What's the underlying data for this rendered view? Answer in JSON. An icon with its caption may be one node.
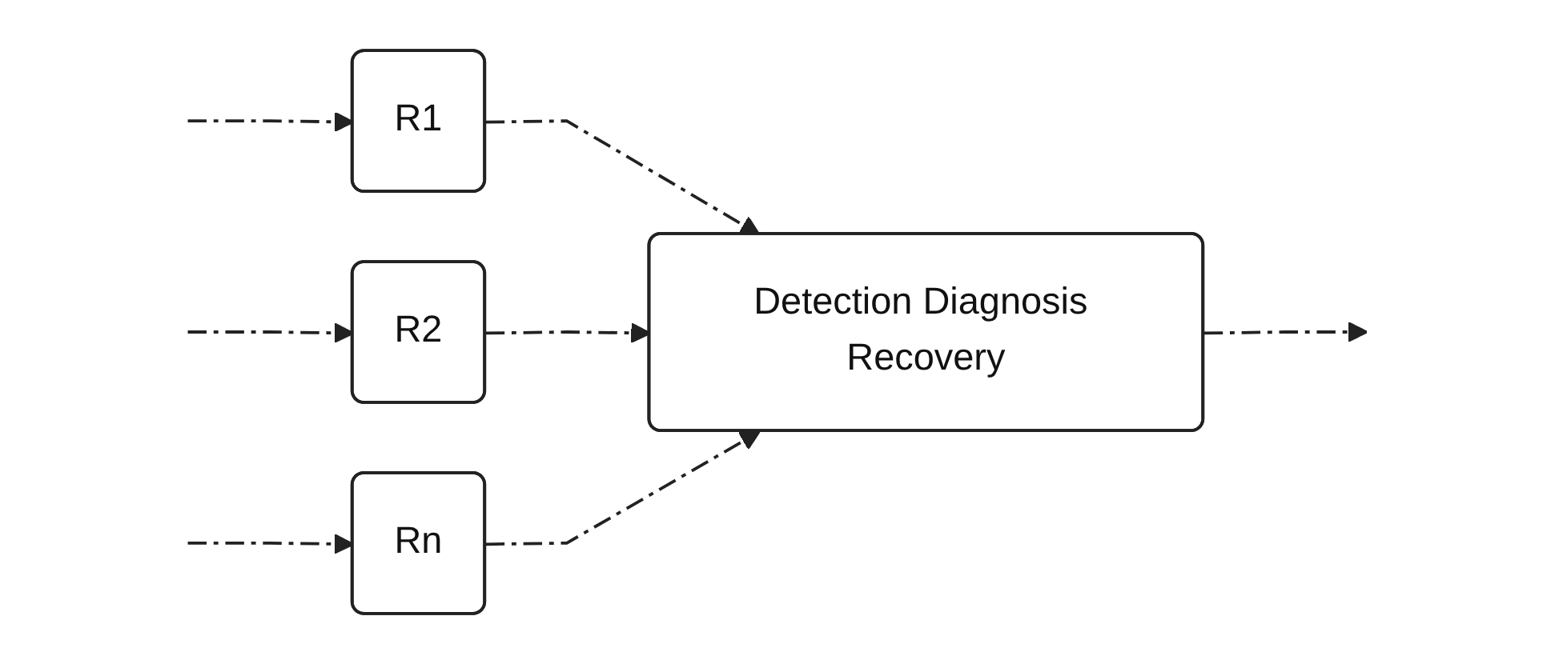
{
  "diagram": {
    "nodes": [
      {
        "text": [
          "R1"
        ]
      },
      {
        "text": [
          "R2"
        ]
      },
      {
        "text": [
          "Rn"
        ]
      },
      {
        "text": [
          "Detection Diagnosis Recovery"
        ]
      }
    ],
    "edges": [
      {
        "from": null,
        "to": 0,
        "arrow": "to",
        "style": "dashed"
      },
      {
        "from": null,
        "to": 1,
        "arrow": "to",
        "style": "dashed"
      },
      {
        "from": null,
        "to": 2,
        "arrow": "to",
        "style": "dashed"
      },
      {
        "from": 0,
        "to": 3,
        "arrow": "to",
        "style": "dashed"
      },
      {
        "from": 1,
        "to": 3,
        "arrow": "to",
        "style": "dashed"
      },
      {
        "from": 2,
        "to": 3,
        "arrow": "to",
        "style": "dashed"
      },
      {
        "from": 3,
        "to": null,
        "arrow": "to",
        "style": "dashed"
      }
    ]
  }
}
